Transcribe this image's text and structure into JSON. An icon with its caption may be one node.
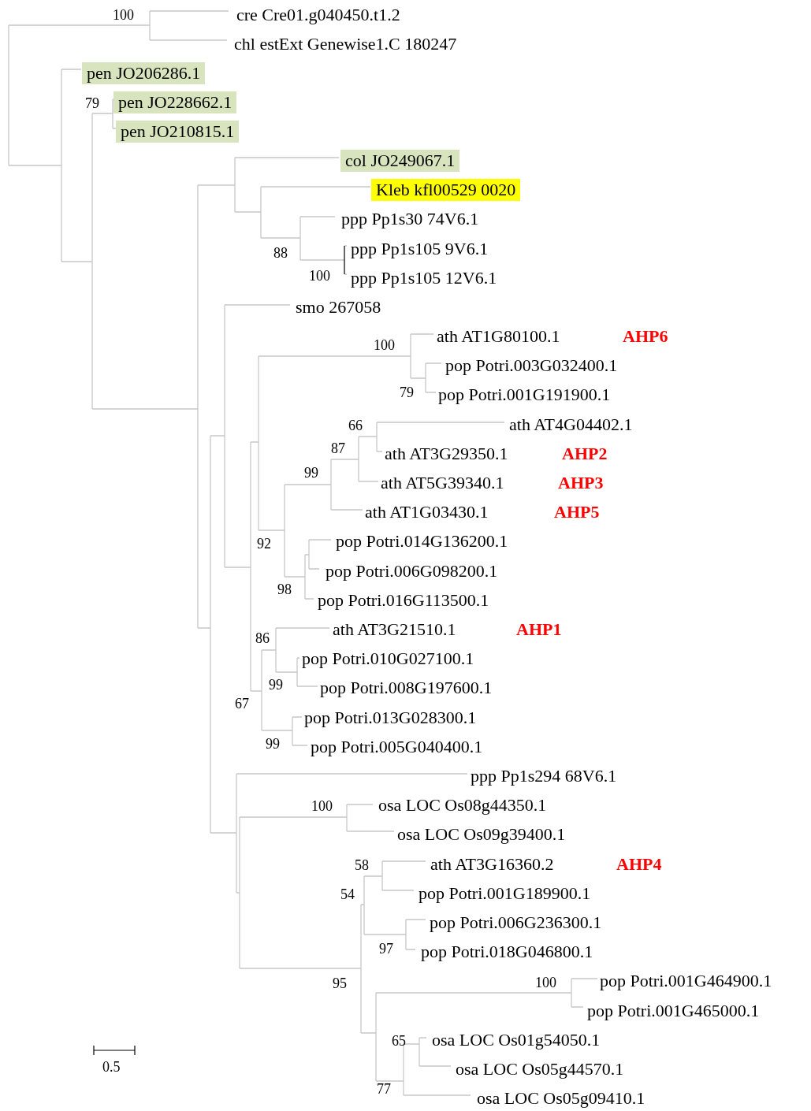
{
  "diagram": {
    "nodes": [
      {
        "text": [
          "pen JO206286.1"
        ]
      },
      {
        "text": [
          "pen JO228662.1"
        ]
      },
      {
        "text": [
          "pen JO210815.1"
        ]
      },
      {
        "text": [
          "col JO249067.1"
        ]
      },
      {
        "text": [
          "Kleb kfl00529 0020"
        ]
      }
    ],
    "labels": [
      "100",
      "cre Cre01.g040450.t1.2",
      "chl estExt Genewise1.C 180247",
      "79",
      "ppp Pp1s30 74V6.1",
      "ppp Pp1s105 9V6.1",
      "88",
      "100",
      "ppp Pp1s105 12V6.1",
      "smo 267058",
      "ath AT1G80100.1",
      "AHP6",
      "100",
      "pop Potri.003G032400.1",
      "79",
      "pop Potri.001G191900.1",
      "66",
      "ath AT4G04402.1",
      "87",
      "ath AT3G29350.1",
      "AHP2",
      "99",
      "ath AT5G39340.1",
      "AHP3",
      "ath AT1G03430.1",
      "AHP5",
      "pop Potri.014G136200.1",
      "92",
      "pop Potri.006G098200.1",
      "98",
      "pop Potri.016G113500.1",
      "ath AT3G21510.1",
      "AHP1",
      "86",
      "pop Potri.010G027100.1",
      "99",
      "pop Potri.008G197600.1",
      "67",
      "pop Potri.013G028300.1",
      "99",
      "pop Potri.005G040400.1",
      "ppp Pp1s294 68V6.1",
      "100",
      "osa LOC Os08g44350.1",
      "osa LOC Os09g39400.1",
      "58",
      "ath AT3G16360.2",
      "AHP4",
      "54",
      "pop Potri.001G189900.1",
      "pop Potri.006G236300.1",
      "97",
      "pop Potri.018G046800.1",
      "95",
      "100",
      "pop Potri.001G464900.1",
      "pop Potri.001G465000.1",
      "65",
      "osa LOC Os01g54050.1",
      "0.5",
      "osa LOC Os05g44570.1",
      "77",
      "osa LOC Os05g09410.1"
    ]
  }
}
